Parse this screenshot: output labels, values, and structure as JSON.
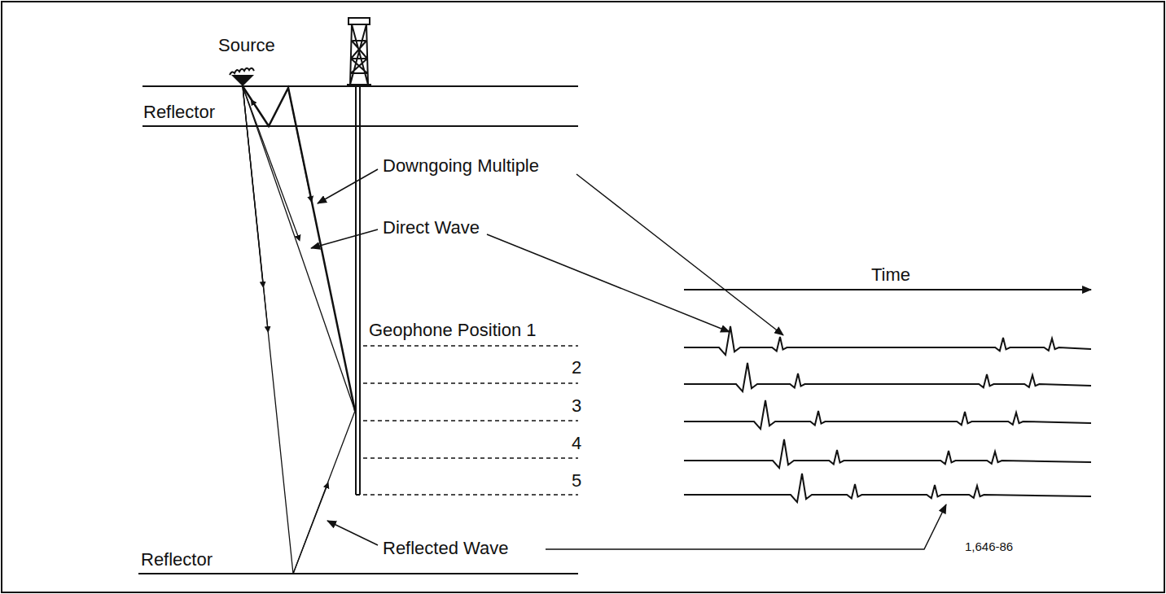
{
  "diagram": {
    "labels": [
      "Source",
      "Reflector",
      "Downgoing Multiple",
      "Direct Wave",
      "Geophone Position 1",
      "2",
      "3",
      "4",
      "5",
      "Reflected Wave",
      "Reflector",
      "Time",
      "1,646-86"
    ]
  }
}
